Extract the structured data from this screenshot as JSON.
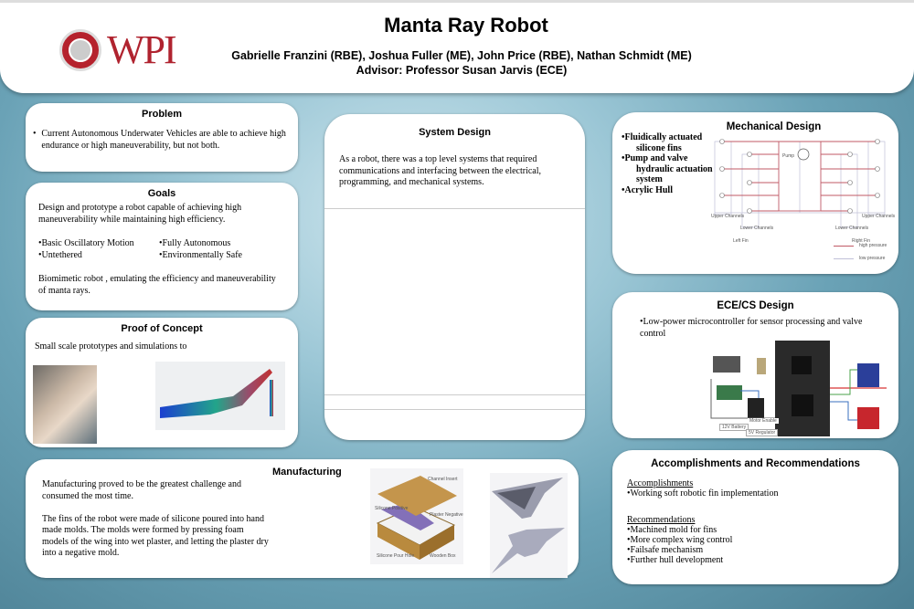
{
  "header": {
    "title": "Manta Ray Robot",
    "authors": "Gabrielle Franzini (RBE), Joshua Fuller (ME), John Price (RBE), Nathan Schmidt (ME)",
    "advisor": "Advisor: Professor Susan Jarvis (ECE)",
    "logo_text": "WPI"
  },
  "problem": {
    "title": "Problem",
    "bullet": "Current Autonomous Underwater Vehicles are able to achieve high endurance or high maneuverability, but not both."
  },
  "goals": {
    "title": "Goals",
    "intro": "Design and prototype a robot capable of achieving high maneuverability while maintaining high efficiency.",
    "items": [
      "•Basic Oscillatory Motion",
      "•Fully Autonomous",
      "•Untethered",
      "•Environmentally  Safe"
    ],
    "outro": "Biomimetic robot , emulating the efficiency and maneuverability of manta rays."
  },
  "proof": {
    "title": "Proof of Concept",
    "text": "Small scale prototypes and simulations to"
  },
  "system": {
    "title": "System Design",
    "text": "As a robot, there was a top level systems that required communications and interfacing between the electrical, programming, and mechanical systems."
  },
  "mechanical": {
    "title": "Mechanical Design",
    "items": [
      "•Fluidically actuated",
      "silicone fins",
      "•Pump and valve",
      "hydraulic actuation",
      "system",
      "•Acrylic Hull"
    ],
    "diagram": {
      "pump": "Pump",
      "upper_left": "Upper Channels",
      "upper_right": "Upper Channels",
      "lower_left": "Lower Channels",
      "lower_right": "Lower Channels",
      "left_fin": "Left Fin",
      "right_fin": "Right Fin",
      "high": "high pressure",
      "low": "low pressure"
    }
  },
  "ece": {
    "title": "ECE/CS Design",
    "text": "•Low-power microcontroller for sensor processing and valve control",
    "labels": {
      "battery": "12V Battery",
      "regulator": "5V Regulator",
      "motor": "Motor Enable"
    }
  },
  "manufacturing": {
    "title": "Manufacturing",
    "p1": "Manufacturing proved to be the greatest challenge and consumed the most time.",
    "p2": "The fins of the robot were made of silicone poured into hand made molds. The molds were formed by pressing foam models of the wing  into wet plaster, and letting the plaster dry into a negative mold.",
    "labels": {
      "channel": "Channel Insert",
      "positive": "Silicone Positive",
      "negative": "Plaster Negative",
      "pour": "Silicone Pour Hole",
      "box": "Wooden Box"
    }
  },
  "accomplishments": {
    "title": "Accomplishments and Recommendations",
    "acc_heading": "Accomplishments",
    "acc_items": [
      "•Working soft robotic fin implementation"
    ],
    "rec_heading": "Recommendations",
    "rec_items": [
      "•Machined mold for fins",
      "•More complex wing control",
      "•Failsafe mechanism",
      "•Further hull development"
    ]
  }
}
